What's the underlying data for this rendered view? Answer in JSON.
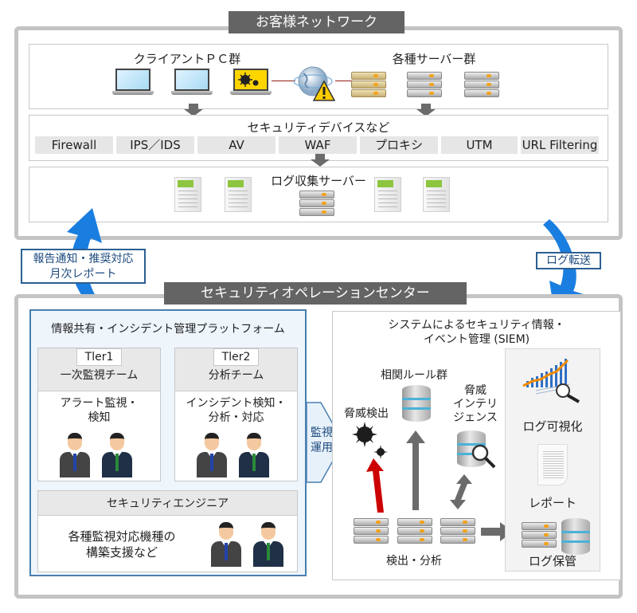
{
  "customer_network": {
    "title": "お客様ネットワーク",
    "client_pcs": {
      "title": "クライアントＰＣ群",
      "count": 3,
      "infected_index": 2
    },
    "servers": {
      "title": "各種サーバー群",
      "count": 3
    },
    "security_devices": {
      "title": "セキュリティデバイスなど",
      "items": [
        "Firewall",
        "IPS／IDS",
        "AV",
        "WAF",
        "プロキシ",
        "UTM",
        "URL Filtering"
      ]
    },
    "log_server": {
      "title": "ログ収集サーバー"
    }
  },
  "flows": {
    "report_callout": [
      "報告通知・推奨対応",
      "月次レポート"
    ],
    "log_transfer": "ログ転送",
    "monitoring_ops": [
      "監視",
      "運用"
    ]
  },
  "soc": {
    "title": "セキュリティオペレーションセンター",
    "platform": {
      "title": "情報共有・インシデント管理プラットフォーム",
      "tiers": [
        {
          "badge": "Tler1",
          "name": "一次監視チーム",
          "desc": [
            "アラート監視・",
            "検知"
          ]
        },
        {
          "badge": "Tler2",
          "name": "分析チーム",
          "desc": [
            "インシデント検知・",
            "分析・対応"
          ]
        }
      ],
      "engineer": {
        "name": "セキュリティエンジニア",
        "desc": [
          "各種監視対応機種の",
          "構築支援など"
        ]
      }
    },
    "siem": {
      "title": [
        "システムによるセキュリティ情報・",
        "イベント管理 (SIEM)"
      ],
      "correlation_rules": "相関ルール群",
      "threat_detection": "脅威検出",
      "threat_intel": [
        "脅威",
        "インテリ",
        "ジェンス"
      ],
      "detection_analysis": "検出・分析",
      "outputs": [
        "ログ可視化",
        "レポート",
        "ログ保管"
      ]
    }
  },
  "colors": {
    "frame_gray": "#c4c4c4",
    "title_bar": "#646464",
    "flow_blue": "#1a7ee0",
    "callout_blue": "#2c5f92",
    "alert_red": "#cc0000",
    "arrow_gray": "#6b6b6b"
  }
}
